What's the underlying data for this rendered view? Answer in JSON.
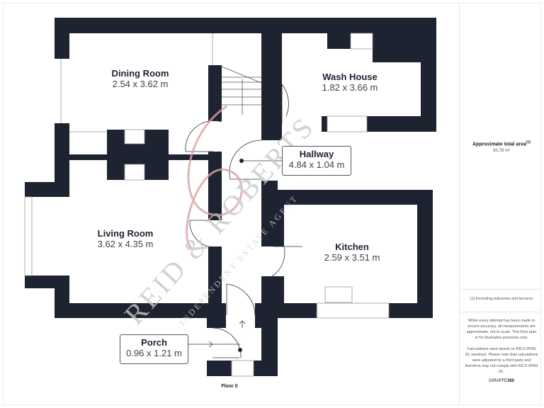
{
  "rooms": {
    "dining": {
      "name": "Dining Room",
      "dims": "2.54 x 3.62 m"
    },
    "wash": {
      "name": "Wash House",
      "dims": "1.82 x 3.66 m"
    },
    "hallway": {
      "name": "Hallway",
      "dims": "4.84 x 1.04 m"
    },
    "living": {
      "name": "Living Room",
      "dims": "3.62 x 4.35 m"
    },
    "kitchen": {
      "name": "Kitchen",
      "dims": "2.59 x 3.51 m"
    },
    "porch": {
      "name": "Porch",
      "dims": "0.96 x 1.21 m"
    }
  },
  "floor_label": "Floor 0",
  "watermark": {
    "brand": "REID & ROBERTS",
    "tagline": "INDEPENDENT ESTATE AGENT"
  },
  "sidebar": {
    "area_title": "Approximate total area",
    "area_superscript": "(1)",
    "area_value": "50.78 m²",
    "footnote": "(1) Excluding balconies and terraces",
    "disclaimer1": "While every attempt has been made to ensure accuracy, all measurements are approximate, not to scale. This floor plan is for illustrative purposes only.",
    "disclaimer2": "Calculations were based on RICS IPMS 3C standard. Please note that calculations were adjusted by a third party and therefore may not comply with RICS IPMS 3C.",
    "brand_prefix": "GIRAFFE",
    "brand_suffix": "360"
  },
  "colors": {
    "wall": "#1d2330",
    "watermark": "#d9a3a3",
    "watermark_text": "#c8c8c8"
  }
}
